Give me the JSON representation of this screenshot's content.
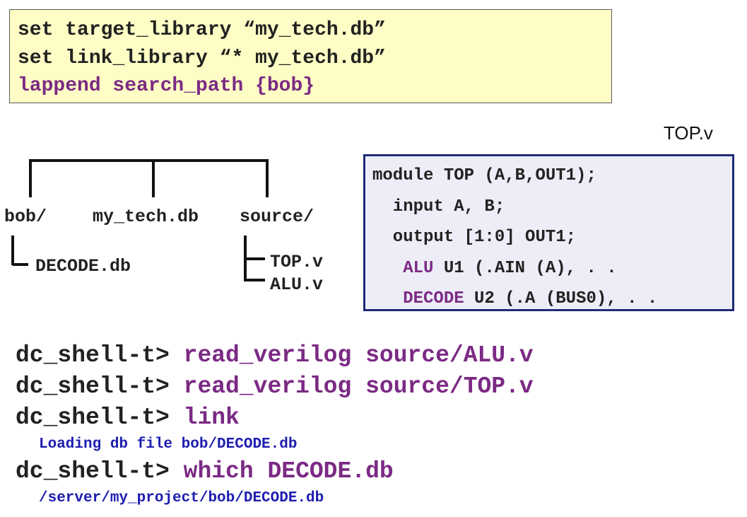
{
  "config": {
    "lines": [
      "set target_library “my_tech.db”",
      "set link_library “* my_tech.db”",
      "lappend search_path {bob}"
    ]
  },
  "file_label": "TOP.v",
  "tree": {
    "root_children": [
      "bob/",
      "my_tech.db",
      "source/"
    ],
    "bob_children": [
      "DECODE.db"
    ],
    "source_children": [
      "TOP.v",
      "ALU.v"
    ]
  },
  "code": {
    "lines": [
      {
        "kw": "",
        "text": "module TOP (A,B,OUT1);"
      },
      {
        "kw": "",
        "text": "  input A, B;"
      },
      {
        "kw": "",
        "text": "  output [1:0] OUT1;"
      },
      {
        "kw": "ALU",
        "text": " U1 (.AIN (A), . ."
      },
      {
        "kw": "DECODE",
        "text": " U2 (.A (BUS0), . ."
      }
    ],
    "keyword_color": "#7b2a84"
  },
  "shell": {
    "prompt": "dc_shell-t> ",
    "commands": [
      {
        "cmd": "read_verilog source/ALU.v",
        "output": ""
      },
      {
        "cmd": "read_verilog source/TOP.v",
        "output": ""
      },
      {
        "cmd": "link",
        "output": "Loading db file bob/DECODE.db"
      },
      {
        "cmd": "which DECODE.db",
        "output": "/server/my_project/bob/DECODE.db"
      }
    ],
    "command_color": "#7b2a84",
    "output_color": "#1d1db0"
  }
}
